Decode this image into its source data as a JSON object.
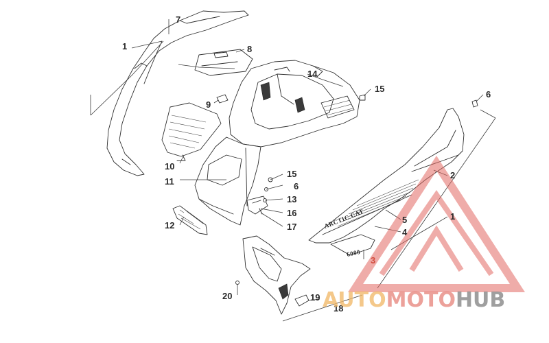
{
  "diagram": {
    "callouts": [
      {
        "id": "1a",
        "text": "1"
      },
      {
        "id": "7",
        "text": "7"
      },
      {
        "id": "8",
        "text": "8"
      },
      {
        "id": "9",
        "text": "9"
      },
      {
        "id": "10",
        "text": "10"
      },
      {
        "id": "11",
        "text": "11"
      },
      {
        "id": "12",
        "text": "12"
      },
      {
        "id": "14",
        "text": "14"
      },
      {
        "id": "15a",
        "text": "15"
      },
      {
        "id": "6a",
        "text": "6"
      },
      {
        "id": "15b",
        "text": "15"
      },
      {
        "id": "6b",
        "text": "6"
      },
      {
        "id": "13",
        "text": "13"
      },
      {
        "id": "16",
        "text": "16"
      },
      {
        "id": "17",
        "text": "17"
      },
      {
        "id": "2",
        "text": "2"
      },
      {
        "id": "1b",
        "text": "1"
      },
      {
        "id": "5",
        "text": "5"
      },
      {
        "id": "4",
        "text": "4"
      },
      {
        "id": "3",
        "text": "3"
      },
      {
        "id": "20",
        "text": "20"
      },
      {
        "id": "19",
        "text": "19"
      },
      {
        "id": "18",
        "text": "18"
      }
    ],
    "decal_text": "ARCTIC CAT",
    "badge_text": "6000"
  },
  "watermark": {
    "part1": "AUTO",
    "part2": "MOTO",
    "part3": "HUB",
    "color_auto": "#f2b96a",
    "color_moto": "#e88a82",
    "color_hub": "#8a8a8a",
    "logo_color": "#e36a63"
  }
}
